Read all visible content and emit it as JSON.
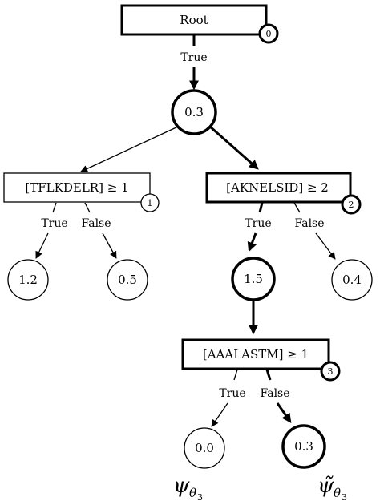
{
  "root": {
    "label": "Root",
    "index": "0"
  },
  "edges": {
    "root_to_n0": "True",
    "split1_true": "True",
    "split1_false": "False",
    "split2_true": "True",
    "split2_false": "False",
    "split3_true": "True",
    "split3_false": "False"
  },
  "nodes": {
    "n0": "0.3",
    "split1": {
      "label": "[TFLKDELR] ≥ 1",
      "index": "1"
    },
    "split2": {
      "label": "[AKNELSID] ≥ 2",
      "index": "2"
    },
    "leaf_a": "1.2",
    "leaf_b": "0.5",
    "n15": "1.5",
    "leaf_c": "0.4",
    "split3": {
      "label": "[AAALASTM] ≥ 1",
      "index": "3"
    },
    "leaf_d": "0.0",
    "leaf_e": "0.3"
  },
  "annotations": {
    "psi_symbol": "ψ",
    "psi_subscript": "θ",
    "psi_subsubscript": "3",
    "psi_tilde_symbol": "ψ̃",
    "psi_tilde_subscript": "θ",
    "psi_tilde_subsubscript": "3"
  }
}
